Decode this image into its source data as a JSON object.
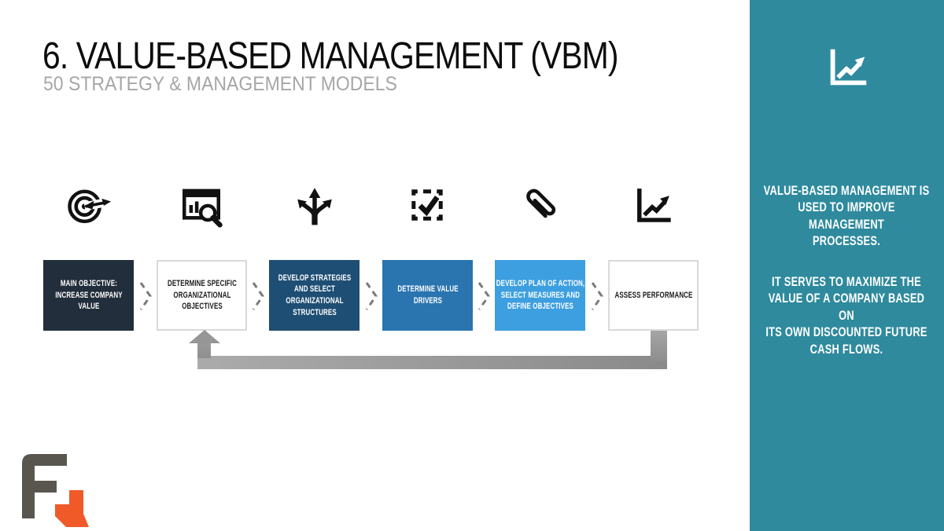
{
  "slide": {
    "title": "6. VALUE-BASED MANAGEMENT (VBM)",
    "subtitle": "50 STRATEGY & MANAGEMENT MODELS"
  },
  "process": {
    "steps": [
      {
        "label": "MAIN OBJECTIVE:\nINCREASE COMPANY\nVALUE",
        "icon": "target-arrow-icon",
        "bg": "#222E3B",
        "text_color": "#FFFFFF"
      },
      {
        "label": "DETERMINE SPECIFIC\nORGANIZATIONAL\nOBJECTIVES",
        "icon": "chart-magnifier-icon",
        "bg": "#FFFFFF",
        "text_color": "#1A1A1A"
      },
      {
        "label": "DEVELOP STRATEGIES\nAND SELECT\nORGANIZATIONAL\nSTRUCTURES",
        "icon": "branching-arrows-icon",
        "bg": "#1E4E74",
        "text_color": "#FFFFFF"
      },
      {
        "label": "DETERMINE VALUE\nDRIVERS",
        "icon": "checkbox-dashed-icon",
        "bg": "#2A74B0",
        "text_color": "#FFFFFF"
      },
      {
        "label": "DEVELOP PLAN OF ACTION,\nSELECT MEASURES AND\nDEFINE OBJECTIVES",
        "icon": "paperclip-icon",
        "bg": "#3D9FE0",
        "text_color": "#FFFFFF"
      },
      {
        "label": "ASSESS PERFORMANCE",
        "icon": "trend-chart-icon",
        "bg": "#FFFFFF",
        "text_color": "#1A1A1A"
      }
    ],
    "connector_color": "#7A7A7A",
    "feedback_arrow_color": "#969696"
  },
  "sidebar": {
    "bg": "#2F8A9E",
    "icon": "trend-chart-icon",
    "paragraph1": "VALUE-BASED MANAGEMENT IS\nUSED TO IMPROVE MANAGEMENT\nPROCESSES.",
    "paragraph2": "IT SERVES TO MAXIMIZE THE\nVALUE OF A COMPANY BASED ON\nITS OWN DISCOUNTED FUTURE\nCASH FLOWS."
  },
  "logo": {
    "letter_color": "#59564F",
    "accent_color": "#F05A28"
  }
}
